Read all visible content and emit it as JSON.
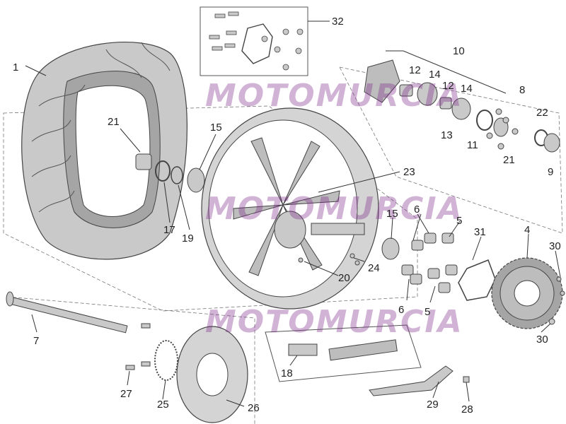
{
  "diagram": {
    "callouts": [
      {
        "id": "1",
        "text": "1"
      },
      {
        "id": "4",
        "text": "4"
      },
      {
        "id": "5a",
        "text": "5"
      },
      {
        "id": "5b",
        "text": "5"
      },
      {
        "id": "6a",
        "text": "6"
      },
      {
        "id": "6b",
        "text": "6"
      },
      {
        "id": "7",
        "text": "7"
      },
      {
        "id": "8",
        "text": "8"
      },
      {
        "id": "9",
        "text": "9"
      },
      {
        "id": "10",
        "text": "10"
      },
      {
        "id": "11",
        "text": "11"
      },
      {
        "id": "12a",
        "text": "12"
      },
      {
        "id": "12b",
        "text": "12"
      },
      {
        "id": "13",
        "text": "13"
      },
      {
        "id": "14a",
        "text": "14"
      },
      {
        "id": "14b",
        "text": "14"
      },
      {
        "id": "15a",
        "text": "15"
      },
      {
        "id": "15b",
        "text": "15"
      },
      {
        "id": "17",
        "text": "17"
      },
      {
        "id": "18",
        "text": "18"
      },
      {
        "id": "19",
        "text": "19"
      },
      {
        "id": "20",
        "text": "20"
      },
      {
        "id": "21a",
        "text": "21"
      },
      {
        "id": "21b",
        "text": "21"
      },
      {
        "id": "22",
        "text": "22"
      },
      {
        "id": "23",
        "text": "23"
      },
      {
        "id": "24",
        "text": "24"
      },
      {
        "id": "25",
        "text": "25"
      },
      {
        "id": "26",
        "text": "26"
      },
      {
        "id": "27",
        "text": "27"
      },
      {
        "id": "28",
        "text": "28"
      },
      {
        "id": "29",
        "text": "29"
      },
      {
        "id": "30a",
        "text": "30"
      },
      {
        "id": "30b",
        "text": "30"
      },
      {
        "id": "31",
        "text": "31"
      },
      {
        "id": "32",
        "text": "32"
      }
    ],
    "watermark": "MOTOMURCIA",
    "colors": {
      "part_fill": "#c9c9c9",
      "part_dark": "#9a9a9a",
      "line": "#333333",
      "watermark": "#7e2a8a"
    }
  }
}
